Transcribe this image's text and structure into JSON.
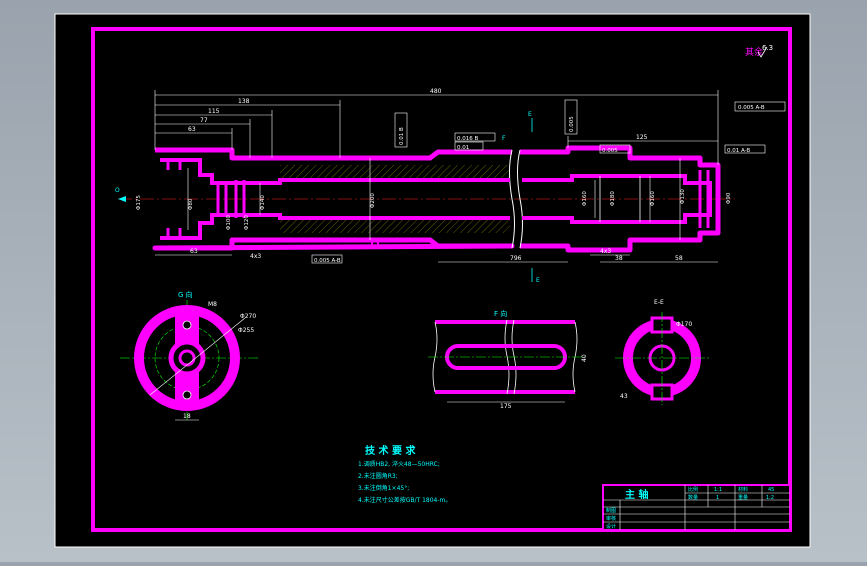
{
  "drawing": {
    "roughness_note": "其余",
    "roughness_value": "6.3",
    "dims": {
      "overall": "480",
      "len_a": "138",
      "len_b": "115",
      "len_c": "77",
      "len_d": "63",
      "right_len": "125",
      "bottom_left": "63",
      "bottom_mid": "4x3",
      "bottom_796": "796",
      "bottom_4x3": "4x3",
      "bottom_38": "38",
      "bottom_58": "58",
      "dia_a": "Φ175",
      "dia_b": "Φ80",
      "dia_c": "Φ100",
      "dia_d": "Φ120",
      "dia_e": "Φ140",
      "dia_f": "Φ180",
      "dia_g": "Φ200",
      "dia_h": "Φ160",
      "dia_i": "Φ160",
      "dia_j": "Φ130",
      "dia_k": "Φ90"
    },
    "tolerance_frames": [
      "0.005 A-B",
      "0.01 B",
      "0.016 B",
      "0.01",
      "0.005",
      "0.01 A-B",
      "0.005",
      "0.005 A-B"
    ],
    "labels": {
      "view_g": "G 向",
      "view_f": "F 向",
      "view_e": "E-E",
      "sec_e": "E",
      "dim_m8": "M8",
      "dim_270": "Φ270",
      "dim_255": "Φ255",
      "dim_18": "18",
      "dim_175f": "175",
      "dim_f40": "40",
      "dim_e_dia": "Φ170",
      "dim_e_43": "43"
    }
  },
  "notes": {
    "title": "技 术 要 求",
    "items": [
      "1.调质HB2, 淬火48—50HRC;",
      "2.未注圆角R3;",
      "3.未注倒角1×45°;",
      "4.未注尺寸公差按GB/T 1804-m。"
    ]
  },
  "title_block": {
    "part_name": "主  轴",
    "scale_label": "比例",
    "scale_value": "1:1",
    "qty_label": "数量",
    "qty_value": "1",
    "material_label": "材料",
    "material_value": "45",
    "weight_label": "重量",
    "weight_value": "1:2",
    "rows": [
      "制图",
      "审核",
      "设计"
    ]
  },
  "colors": {
    "paper": "#000000",
    "frame": "#ff00ff",
    "outline": "#ffffff",
    "part": "#ff00ff",
    "dim": "#ffffff",
    "text_cyan": "#00ffff",
    "center": "#00ff00",
    "cut": "#ff2222",
    "hatch": "#ffff00"
  }
}
